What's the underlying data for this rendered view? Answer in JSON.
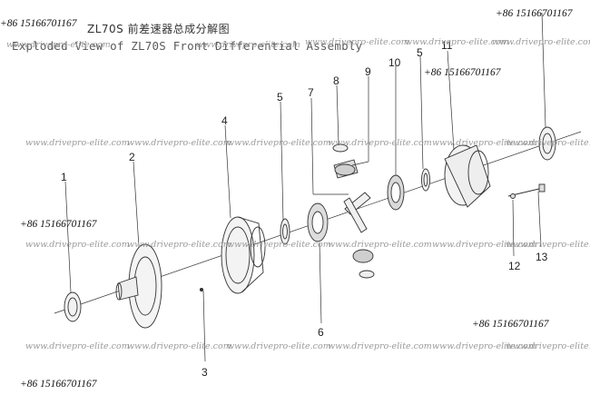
{
  "title": {
    "chinese": "ZL70S 前差速器总成分解图",
    "english": "Exploded View of ZL70S Front Differential Assembly"
  },
  "watermark_text": "www.drivepro-elite.com",
  "phone_text": "+86 15166701167",
  "callouts": [
    "1",
    "2",
    "3",
    "4",
    "5",
    "6",
    "7",
    "8",
    "9",
    "10",
    "5",
    "11",
    "12",
    "13"
  ],
  "colors": {
    "line": "#333333",
    "watermark": "#9a9a9a"
  }
}
